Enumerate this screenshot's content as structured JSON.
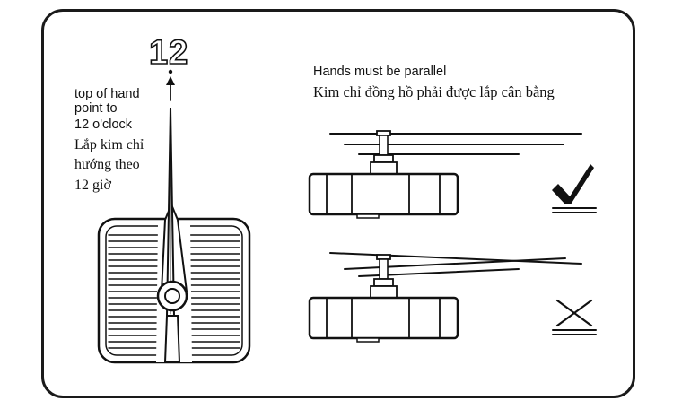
{
  "dial": {
    "numeral": "12"
  },
  "left_caption": {
    "en_line1": "top of hand",
    "en_line2": "point to",
    "en_line3": "12 o'clock",
    "vi_line1": "Lắp kim chỉ",
    "vi_line2": "hướng theo",
    "vi_line3": "12 giờ"
  },
  "right_heading": {
    "en": "Hands must be parallel",
    "vi": "Kim chỉ đồng hồ phải được lắp cân bằng"
  },
  "icons": {
    "correct": "check-mark-icon",
    "incorrect": "cross-mark-icon"
  },
  "colors": {
    "ink": "#111111",
    "background": "#ffffff"
  }
}
